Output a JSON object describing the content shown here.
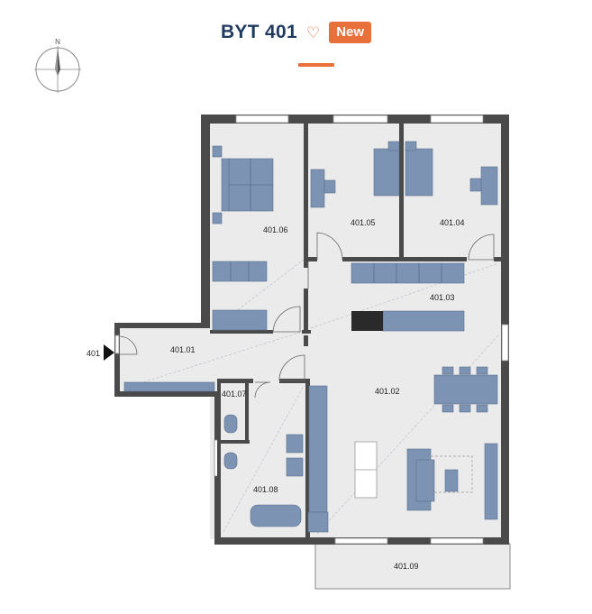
{
  "header": {
    "title": "BYT 401",
    "badge": "New",
    "icon_favorite": "heart-outline-icon"
  },
  "compass": {
    "north_label": "N"
  },
  "entry": {
    "label": "401",
    "icon": "entry-arrow-icon"
  },
  "rooms": [
    {
      "id": "401.01"
    },
    {
      "id": "401.02"
    },
    {
      "id": "401.03"
    },
    {
      "id": "401.04"
    },
    {
      "id": "401.05"
    },
    {
      "id": "401.06"
    },
    {
      "id": "401.07"
    },
    {
      "id": "401.08"
    },
    {
      "id": "401.09"
    }
  ],
  "colors": {
    "accent": "#e8703a",
    "title": "#1f3a5f",
    "wall": "#4a4a4a",
    "floor": "#ebebeb",
    "furniture": "#7d93b3",
    "furniture_dark": "#2a2a2a"
  }
}
